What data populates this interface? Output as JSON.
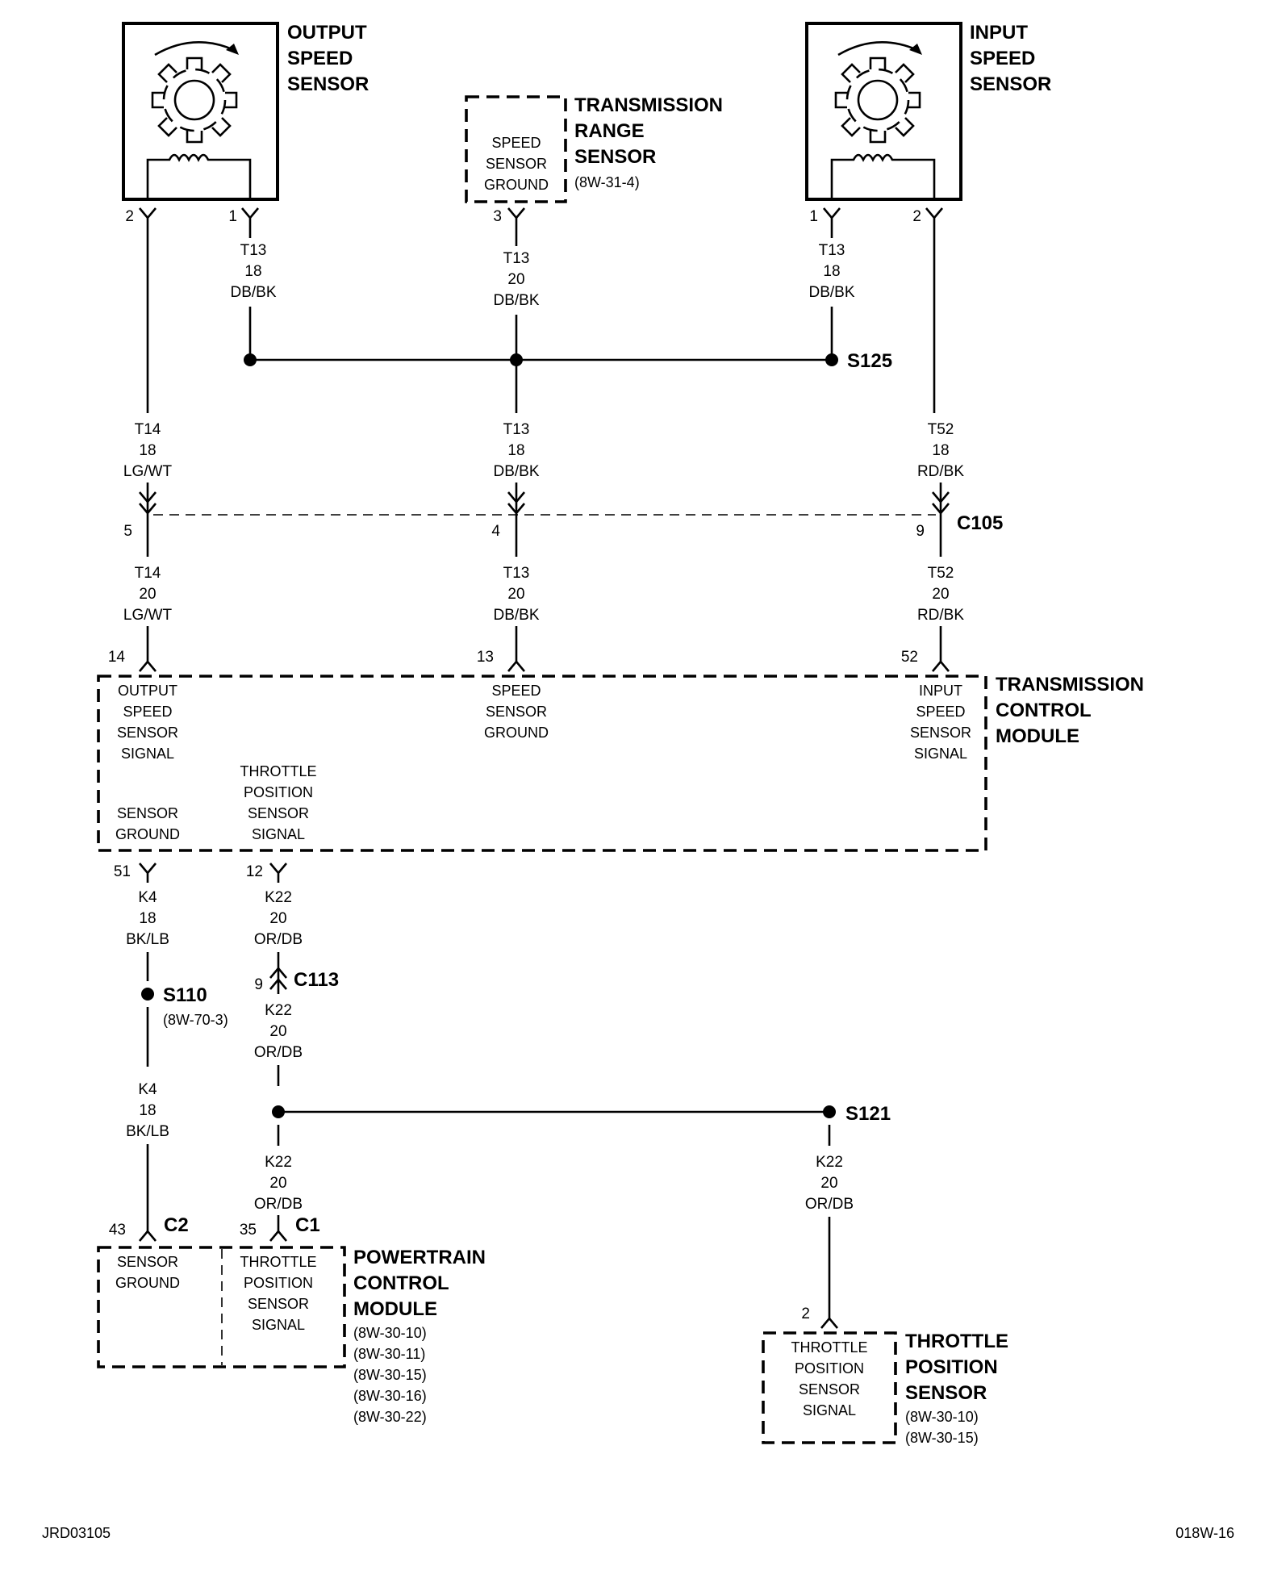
{
  "components": {
    "output_speed_sensor": [
      "OUTPUT",
      "SPEED",
      "SENSOR"
    ],
    "input_speed_sensor": [
      "INPUT",
      "SPEED",
      "SENSOR"
    ],
    "transmission_range_sensor": {
      "name": [
        "TRANSMISSION",
        "RANGE",
        "SENSOR"
      ],
      "ref": "(8W-31-4)",
      "inner": [
        "SPEED",
        "SENSOR",
        "GROUND"
      ]
    },
    "tcm": {
      "name": [
        "TRANSMISSION",
        "CONTROL",
        "MODULE"
      ],
      "output_signal": [
        "OUTPUT",
        "SPEED",
        "SENSOR",
        "SIGNAL"
      ],
      "speed_ground": [
        "SPEED",
        "SENSOR",
        "GROUND"
      ],
      "input_signal": [
        "INPUT",
        "SPEED",
        "SENSOR",
        "SIGNAL"
      ],
      "throttle_signal": [
        "THROTTLE",
        "POSITION",
        "SENSOR",
        "SIGNAL"
      ],
      "sensor_ground": [
        "SENSOR",
        "GROUND"
      ]
    },
    "pcm": {
      "name": [
        "POWERTRAIN",
        "CONTROL",
        "MODULE"
      ],
      "refs": [
        "(8W-30-10)",
        "(8W-30-11)",
        "(8W-30-15)",
        "(8W-30-16)",
        "(8W-30-22)"
      ],
      "sensor_ground": [
        "SENSOR",
        "GROUND"
      ],
      "throttle_signal": [
        "THROTTLE",
        "POSITION",
        "SENSOR",
        "SIGNAL"
      ]
    },
    "tps": {
      "name": [
        "THROTTLE",
        "POSITION",
        "SENSOR"
      ],
      "refs": [
        "(8W-30-10)",
        "(8W-30-15)"
      ],
      "inner": [
        "THROTTLE",
        "POSITION",
        "SENSOR",
        "SIGNAL"
      ]
    }
  },
  "pins": {
    "oss_2": "2",
    "oss_1": "1",
    "trs_3": "3",
    "iss_1": "1",
    "iss_2": "2",
    "c105_5": "5",
    "c105_4": "4",
    "c105_9": "9",
    "tcm_14": "14",
    "tcm_13": "13",
    "tcm_52": "52",
    "tcm_51": "51",
    "tcm_12": "12",
    "c113_9": "9",
    "pcm_43": "43",
    "pcm_35": "35",
    "tps_2": "2"
  },
  "connectors": {
    "c105": "C105",
    "c113": "C113",
    "c2": "C2",
    "c1": "C1"
  },
  "splices": {
    "s125": "S125",
    "s110": "S110",
    "s110_ref": "(8W-70-3)",
    "s121": "S121"
  },
  "wires": {
    "w_oss_gnd": [
      "T13",
      "18",
      "DB/BK"
    ],
    "w_trs_gnd": [
      "T13",
      "20",
      "DB/BK"
    ],
    "w_iss_gnd": [
      "T13",
      "18",
      "DB/BK"
    ],
    "w_t14_upper": [
      "T14",
      "18",
      "LG/WT"
    ],
    "w_t13_mid": [
      "T13",
      "18",
      "DB/BK"
    ],
    "w_t52_upper": [
      "T52",
      "18",
      "RD/BK"
    ],
    "w_t14_lower": [
      "T14",
      "20",
      "LG/WT"
    ],
    "w_t13_lower": [
      "T13",
      "20",
      "DB/BK"
    ],
    "w_t52_lower": [
      "T52",
      "20",
      "RD/BK"
    ],
    "w_k4_upper": [
      "K4",
      "18",
      "BK/LB"
    ],
    "w_k22_a": [
      "K22",
      "20",
      "OR/DB"
    ],
    "w_k22_b": [
      "K22",
      "20",
      "OR/DB"
    ],
    "w_k4_lower": [
      "K4",
      "18",
      "BK/LB"
    ],
    "w_k22_c": [
      "K22",
      "20",
      "OR/DB"
    ],
    "w_k22_d": [
      "K22",
      "20",
      "OR/DB"
    ]
  },
  "footer": {
    "left_code": "JRD03105",
    "right_code": "018W-16"
  }
}
